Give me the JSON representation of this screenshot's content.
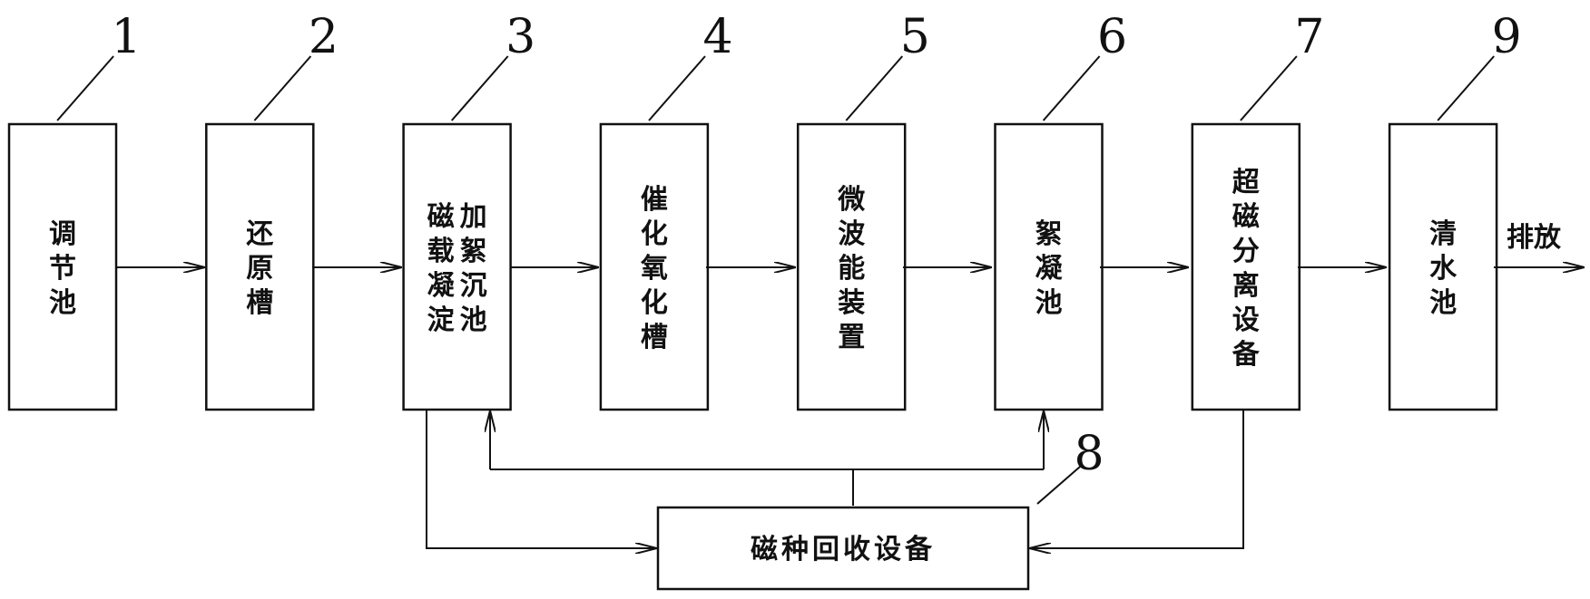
{
  "blocks": [
    {
      "id": "1",
      "number": "1",
      "lines": [
        "调节池"
      ]
    },
    {
      "id": "2",
      "number": "2",
      "lines": [
        "还原槽"
      ]
    },
    {
      "id": "3",
      "number": "3",
      "lines": [
        "加絮沉池",
        "磁载凝淀"
      ]
    },
    {
      "id": "4",
      "number": "4",
      "lines": [
        "催化氧化槽"
      ]
    },
    {
      "id": "5",
      "number": "5",
      "lines": [
        "微波能装置"
      ]
    },
    {
      "id": "6",
      "number": "6",
      "lines": [
        "絮凝池"
      ]
    },
    {
      "id": "7",
      "number": "7",
      "lines": [
        "超磁分离设备"
      ]
    },
    {
      "id": "9",
      "number": "9",
      "lines": [
        "清水池"
      ]
    }
  ],
  "recovery": {
    "number": "8",
    "label": "磁种回收设备"
  },
  "output_label": "排放"
}
